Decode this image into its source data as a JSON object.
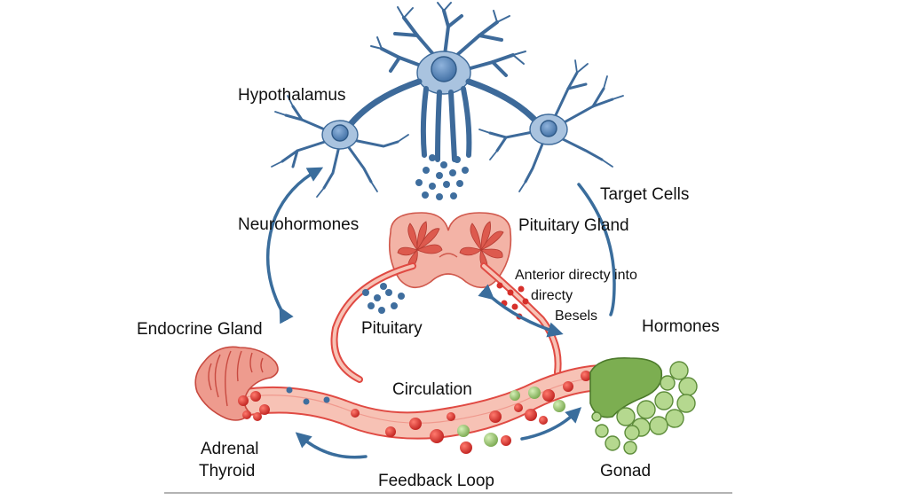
{
  "labels": {
    "hypothalamus": "Hypothalamus",
    "target_cells": "Target Cells",
    "neurohormones": "Neurohormones",
    "pituitary_gland": "Pituitary Gland",
    "anterior_line1": "Anterior directy into",
    "anterior_line2": "directy",
    "anterior_line3": "Besels",
    "endocrine_gland": "Endocrine Gland",
    "pituitary": "Pituitary",
    "hormones": "Hormones",
    "circulation": "Circulation",
    "adrenal": "Adrenal",
    "thyroid": "Thyroid",
    "feedback_loop": "Feedback Loop",
    "gonad": "Gonad"
  },
  "colors": {
    "neuron": "#a9c3df",
    "neuron_stroke": "#3d6a9a",
    "neuron_nucleus": "#5f8fc4",
    "molecule_blue": "#3f6e9e",
    "arrow_blue": "#3a6d9c",
    "gland_red": "#f3b3a6",
    "gland_red_dark": "#d94f45",
    "vessel_red": "#e04a43",
    "vessel_fill": "#f7c2b5",
    "molecule_red": "#d7302b",
    "gonad_green": "#9fc878",
    "gonad_green_dark": "#5d8c3a"
  }
}
